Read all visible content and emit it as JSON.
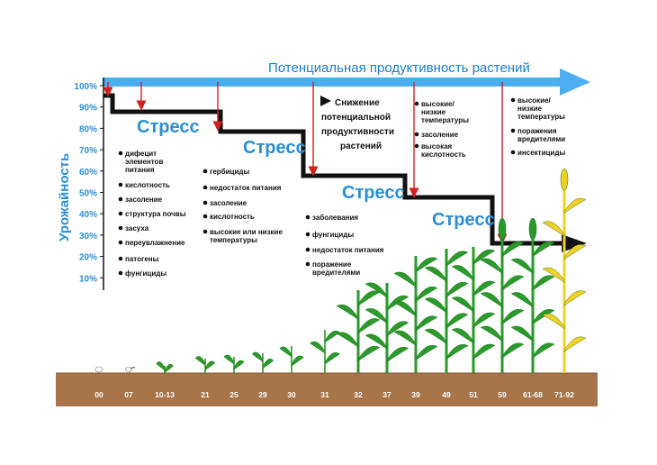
{
  "title": "Потенциальная продуктивность растений",
  "y_axis": {
    "title": "Урожайность",
    "ticks": [
      "100%",
      "90%",
      "80%",
      "70%",
      "60%",
      "50%",
      "40%",
      "30%",
      "20%",
      "10%"
    ]
  },
  "stress_label": "Стресс",
  "reduction": [
    "Снижение",
    "потенциальной",
    "продуктивности",
    "растений"
  ],
  "groups": [
    {
      "items": [
        "дифецит элементов питания",
        "кислотность",
        "засоление",
        "структура почвы",
        "засуха",
        "переувлажнение",
        "патогены",
        "фунгициды"
      ]
    },
    {
      "items": [
        "гербициды",
        "недостаток питания",
        "засоление",
        "кислотность",
        "высокие или низкие температуры"
      ]
    },
    {
      "items": [
        "заболевания",
        "фунгициды",
        "недостаток питания",
        "поражение вредителями"
      ]
    },
    {
      "items": [
        "высокие/ низкие температуры",
        "засоление",
        "высокая кислотность"
      ]
    },
    {
      "items": [
        "высокие/ низкие температуры",
        "поражения вредителями",
        "инсектициды"
      ]
    }
  ],
  "growth_stages": [
    "00",
    "07",
    "10-13",
    "21",
    "25",
    "29",
    "30",
    "31",
    "32",
    "37",
    "39",
    "49",
    "51",
    "59",
    "61-68",
    "71-92"
  ],
  "colors": {
    "accent": "#2a8fd6",
    "arrow": "#4aaef0",
    "stress_arrow": "#d42020",
    "soil": "#a8744a",
    "plant": "#2a9a2a",
    "ripe": "#f0d020"
  }
}
